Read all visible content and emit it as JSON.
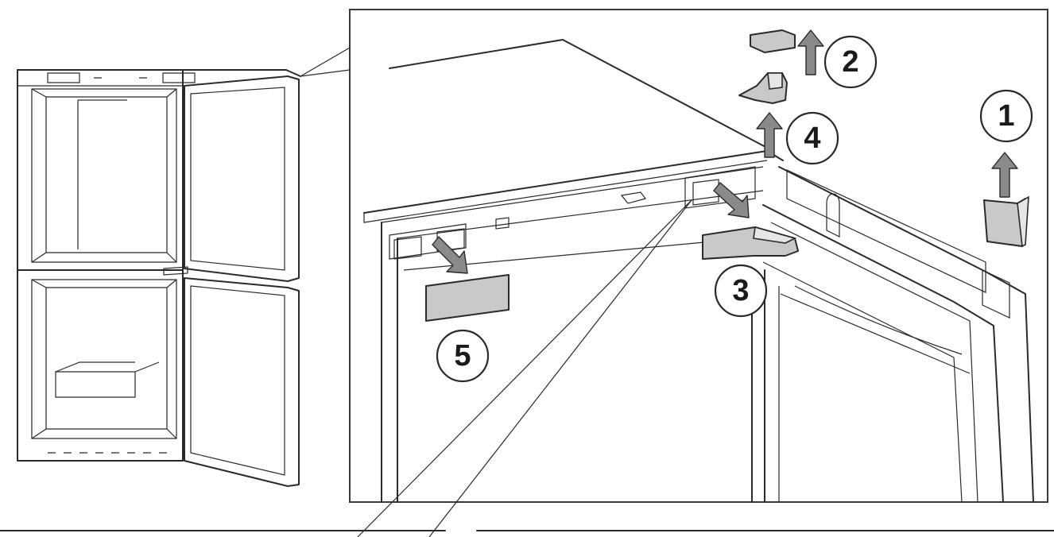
{
  "callouts": [
    {
      "id": "1",
      "label": "1"
    },
    {
      "id": "2",
      "label": "2"
    },
    {
      "id": "3",
      "label": "3"
    },
    {
      "id": "4",
      "label": "4"
    },
    {
      "id": "5",
      "label": "5"
    }
  ],
  "colors": {
    "line": "#2a2a2a",
    "part_fill": "#c9c9c9",
    "arrow_fill": "#8a8a8a",
    "background": "#ffffff"
  }
}
